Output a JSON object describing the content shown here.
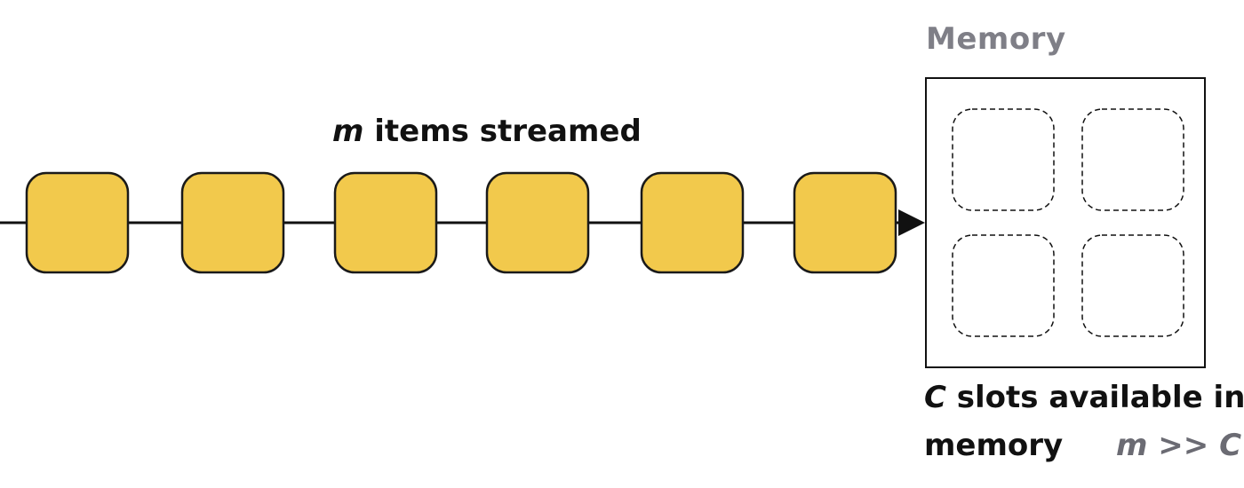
{
  "memory": {
    "title": "Memory",
    "slot_count": 4
  },
  "stream": {
    "variable": "m",
    "label_rest": " items streamed",
    "item_count": 6
  },
  "capacity": {
    "variable": "C",
    "line1_rest": " slots available in",
    "line2": "memory"
  },
  "relation": {
    "text": "m >> C"
  },
  "colors": {
    "item_fill": "#F2C94C",
    "item_stroke": "#1a1a1a",
    "line": "#111111",
    "memory_title": "#7f7f87",
    "relation": "#6b6b73"
  }
}
